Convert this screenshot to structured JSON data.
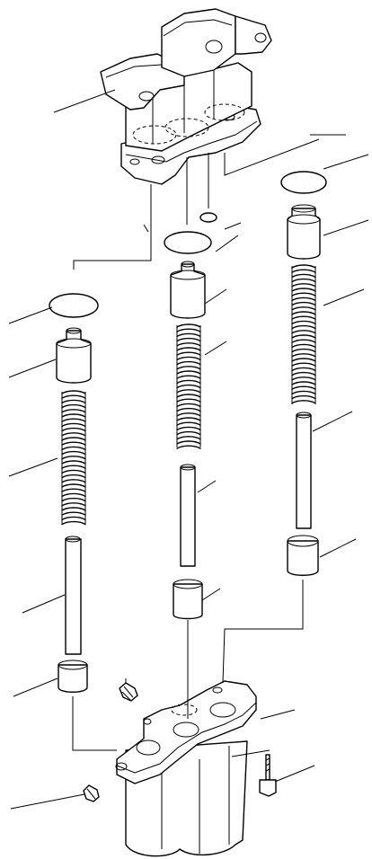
{
  "diagram": {
    "parts": {
      "upper_body": "valve-body-upper",
      "lower_body": "valve-body-lower",
      "assemblies": [
        "left-spool-assembly",
        "center-spool-assembly",
        "right-spool-assembly"
      ],
      "component_types": [
        "o-ring",
        "piston",
        "spring",
        "pushrod",
        "plunger",
        "plug",
        "bolt"
      ]
    },
    "colors": {
      "line": "#000000",
      "background": "#ffffff"
    }
  }
}
